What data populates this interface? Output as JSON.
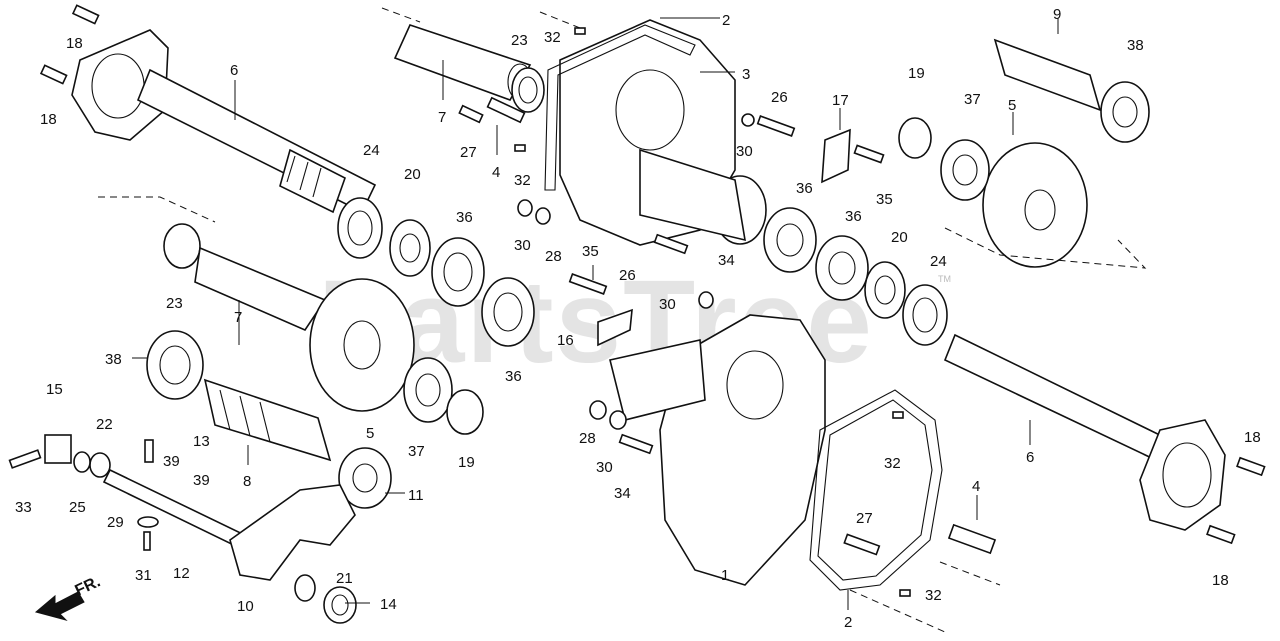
{
  "watermark": {
    "text": "PartsTree",
    "trademark": "TM"
  },
  "direction_marker": {
    "label": "FR.",
    "icon": "arrow-forward-icon"
  },
  "colors": {
    "line": "#111111",
    "background": "#ffffff",
    "watermark": "#cfcfcf"
  },
  "callouts": [
    {
      "id": "c1",
      "label": "1"
    },
    {
      "id": "c2a",
      "label": "2"
    },
    {
      "id": "c2b",
      "label": "2"
    },
    {
      "id": "c3",
      "label": "3"
    },
    {
      "id": "c4a",
      "label": "4"
    },
    {
      "id": "c4b",
      "label": "4"
    },
    {
      "id": "c5a",
      "label": "5"
    },
    {
      "id": "c5b",
      "label": "5"
    },
    {
      "id": "c6a",
      "label": "6"
    },
    {
      "id": "c6b",
      "label": "6"
    },
    {
      "id": "c7a",
      "label": "7"
    },
    {
      "id": "c7b",
      "label": "7"
    },
    {
      "id": "c8",
      "label": "8"
    },
    {
      "id": "c9",
      "label": "9"
    },
    {
      "id": "c10",
      "label": "10"
    },
    {
      "id": "c11",
      "label": "11"
    },
    {
      "id": "c12",
      "label": "12"
    },
    {
      "id": "c13",
      "label": "13"
    },
    {
      "id": "c14",
      "label": "14"
    },
    {
      "id": "c15",
      "label": "15"
    },
    {
      "id": "c16",
      "label": "16"
    },
    {
      "id": "c17",
      "label": "17"
    },
    {
      "id": "c18a",
      "label": "18"
    },
    {
      "id": "c18b",
      "label": "18"
    },
    {
      "id": "c18c",
      "label": "18"
    },
    {
      "id": "c18d",
      "label": "18"
    },
    {
      "id": "c19a",
      "label": "19"
    },
    {
      "id": "c19b",
      "label": "19"
    },
    {
      "id": "c20a",
      "label": "20"
    },
    {
      "id": "c20b",
      "label": "20"
    },
    {
      "id": "c21",
      "label": "21"
    },
    {
      "id": "c22",
      "label": "22"
    },
    {
      "id": "c23a",
      "label": "23"
    },
    {
      "id": "c23b",
      "label": "23"
    },
    {
      "id": "c24a",
      "label": "24"
    },
    {
      "id": "c24b",
      "label": "24"
    },
    {
      "id": "c25",
      "label": "25"
    },
    {
      "id": "c26a",
      "label": "26"
    },
    {
      "id": "c26b",
      "label": "26"
    },
    {
      "id": "c27a",
      "label": "27"
    },
    {
      "id": "c27b",
      "label": "27"
    },
    {
      "id": "c28a",
      "label": "28"
    },
    {
      "id": "c28b",
      "label": "28"
    },
    {
      "id": "c29",
      "label": "29"
    },
    {
      "id": "c30a",
      "label": "30"
    },
    {
      "id": "c30b",
      "label": "30"
    },
    {
      "id": "c30c",
      "label": "30"
    },
    {
      "id": "c30d",
      "label": "30"
    },
    {
      "id": "c31",
      "label": "31"
    },
    {
      "id": "c32a",
      "label": "32"
    },
    {
      "id": "c32b",
      "label": "32"
    },
    {
      "id": "c32c",
      "label": "32"
    },
    {
      "id": "c32d",
      "label": "32"
    },
    {
      "id": "c33",
      "label": "33"
    },
    {
      "id": "c34a",
      "label": "34"
    },
    {
      "id": "c34b",
      "label": "34"
    },
    {
      "id": "c35a",
      "label": "35"
    },
    {
      "id": "c35b",
      "label": "35"
    },
    {
      "id": "c36a",
      "label": "36"
    },
    {
      "id": "c36b",
      "label": "36"
    },
    {
      "id": "c36c",
      "label": "36"
    },
    {
      "id": "c36d",
      "label": "36"
    },
    {
      "id": "c37a",
      "label": "37"
    },
    {
      "id": "c37b",
      "label": "37"
    },
    {
      "id": "c38a",
      "label": "38"
    },
    {
      "id": "c38b",
      "label": "38"
    },
    {
      "id": "c39a",
      "label": "39"
    },
    {
      "id": "c39b",
      "label": "39"
    }
  ]
}
